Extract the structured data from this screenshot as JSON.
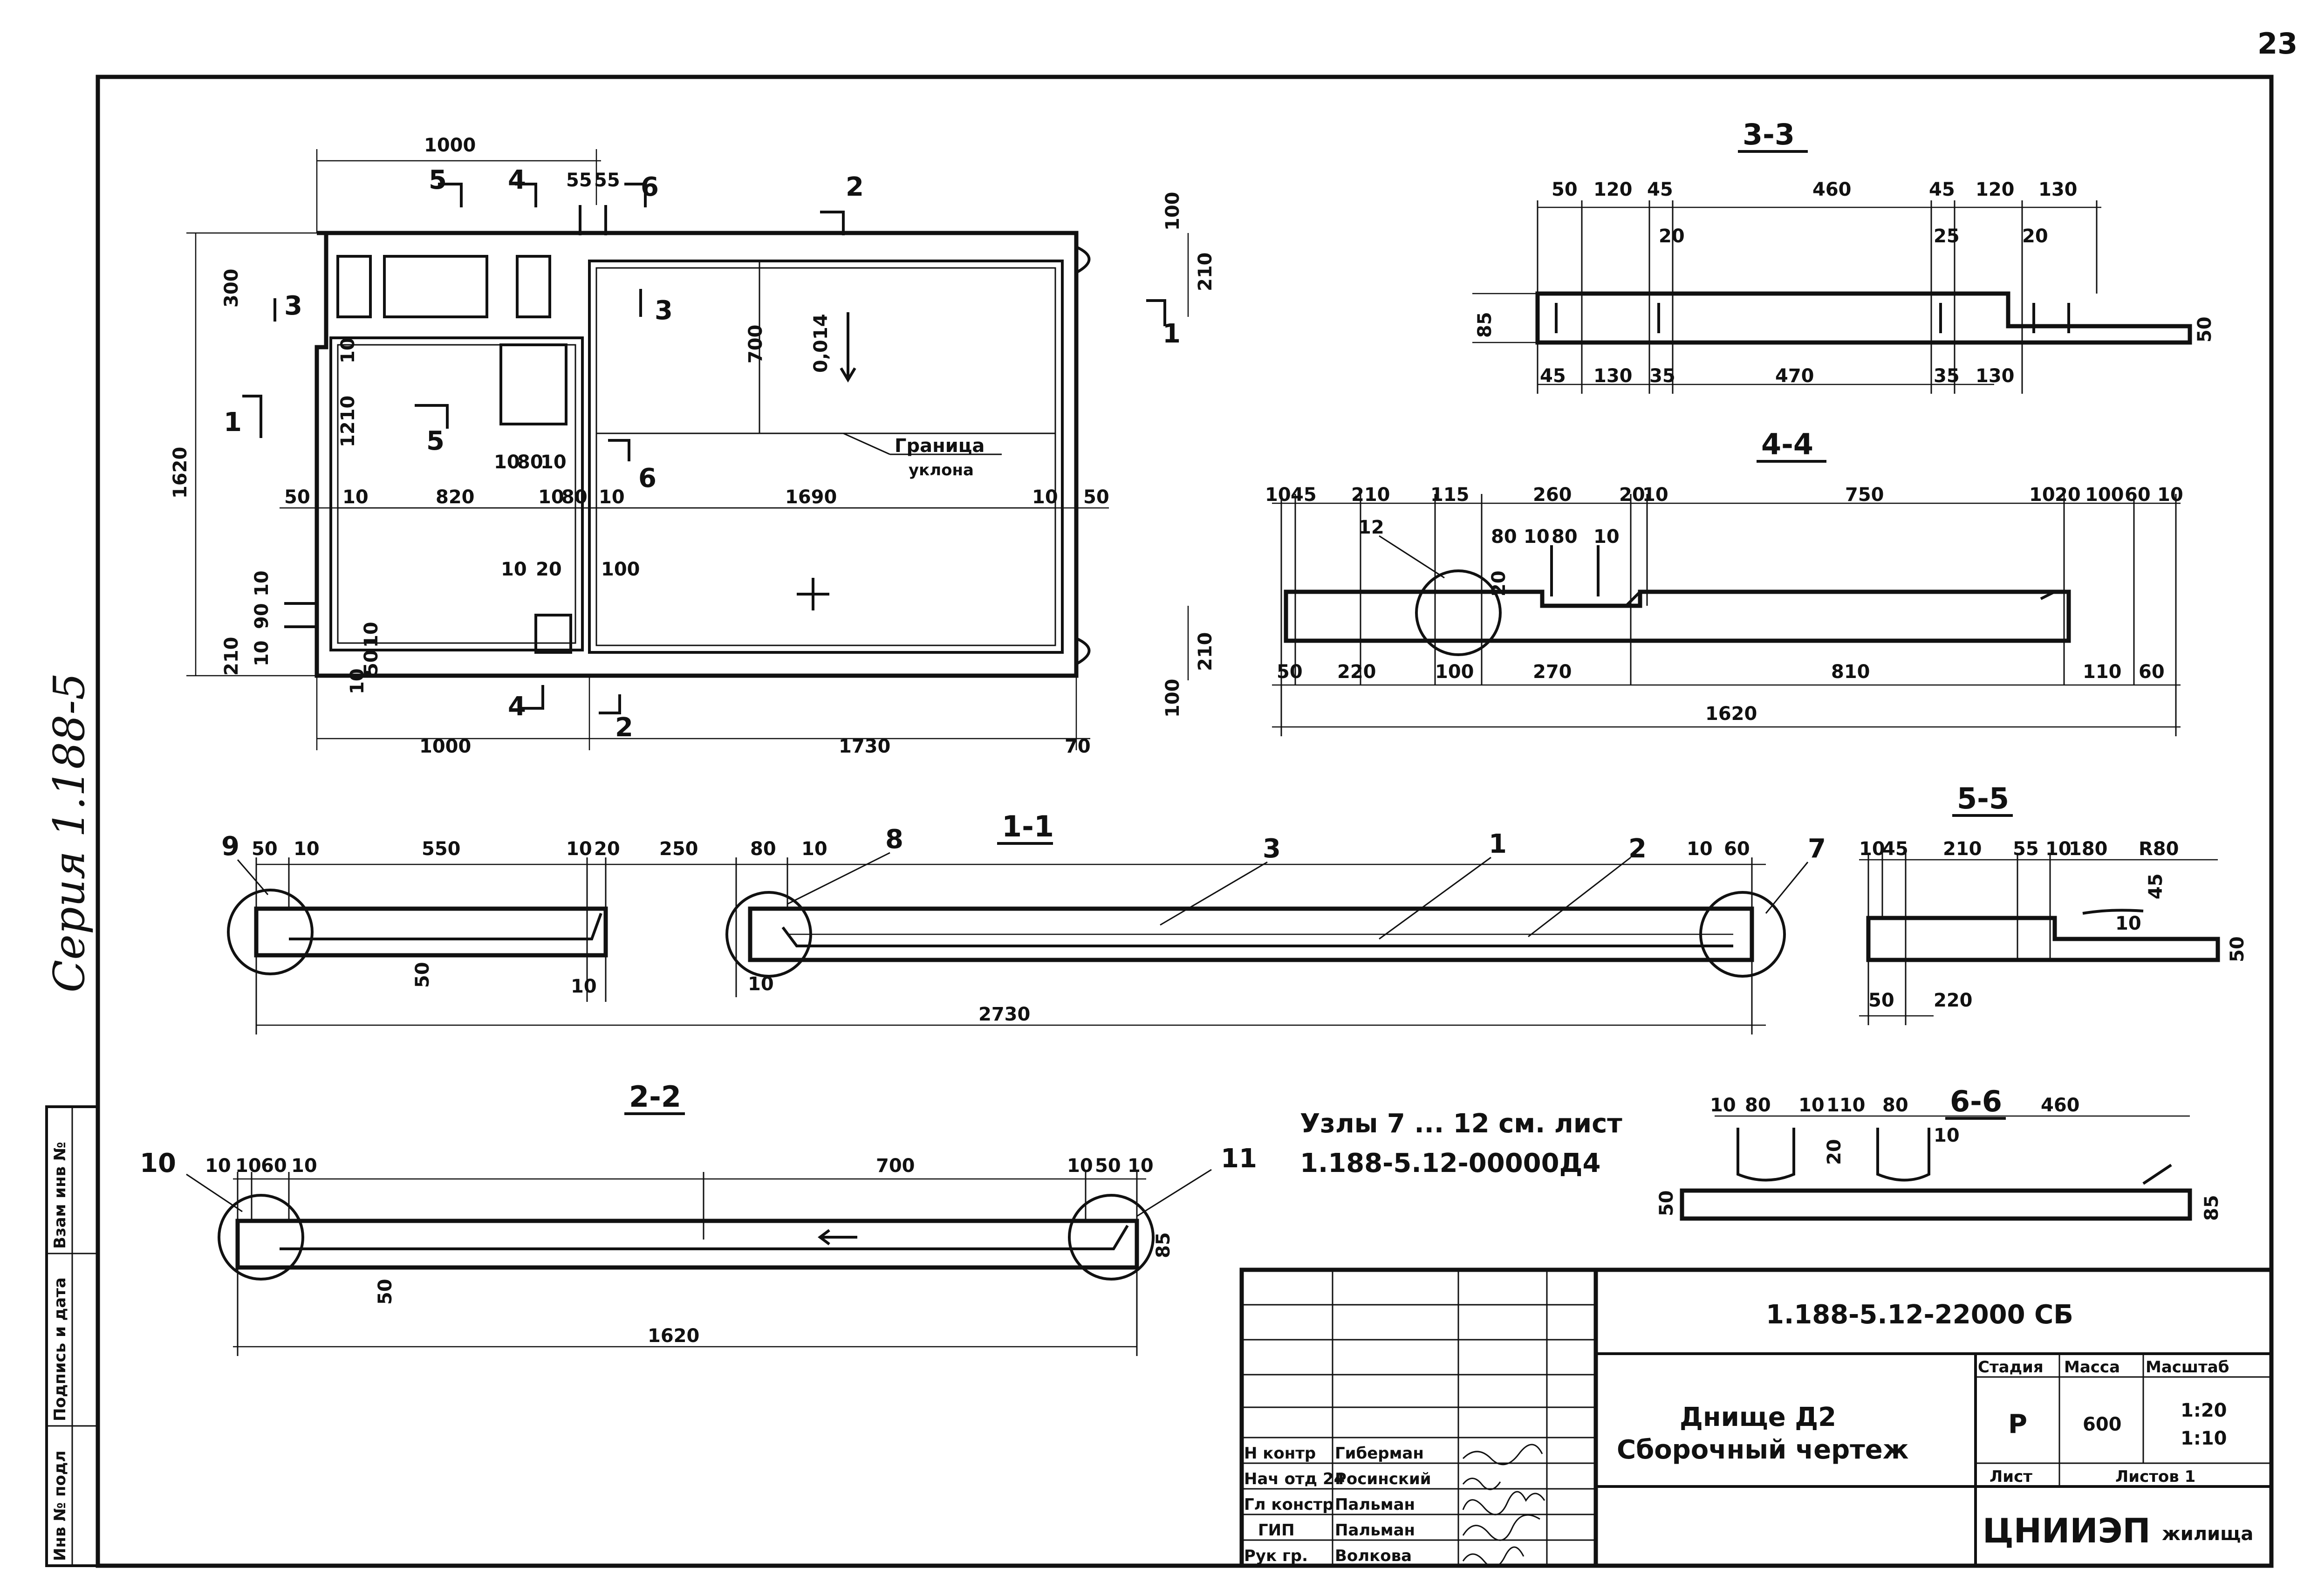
{
  "page_number": "23",
  "series_label": "Серия 1.188-5",
  "side_stamp": {
    "inv_no": "Инв № подл",
    "sign_date": "Подпись и дата",
    "replace_inv": "Взам инв №"
  },
  "plan": {
    "top_dims": [
      "1000",
      "55",
      "55"
    ],
    "section_marks": [
      "5",
      "4",
      "6",
      "2",
      "3",
      "3",
      "1",
      "1",
      "5",
      "6",
      "4",
      "2"
    ],
    "left_dims": [
      "300",
      "1620",
      "210",
      "10",
      "90",
      "10"
    ],
    "inner_dims": [
      "1210",
      "10",
      "700",
      "10",
      "80",
      "10",
      "10",
      "20",
      "100",
      "10",
      "50",
      "10"
    ],
    "row_dims": [
      "50",
      "10",
      "820",
      "10",
      "80",
      "10",
      "1690",
      "10",
      "50"
    ],
    "right_dims": [
      "100",
      "210",
      "210",
      "100"
    ],
    "bottom_dims": [
      "1000",
      "1730",
      "70"
    ],
    "slope_value": "0,014",
    "slope_boundary": [
      "Граница",
      "уклона"
    ]
  },
  "section_3_3": {
    "title": "3-3",
    "top_dims": [
      "50",
      "120",
      "45",
      "460",
      "45",
      "120",
      "130"
    ],
    "inner_dims": [
      "20",
      "25",
      "20"
    ],
    "bottom_dims": [
      "45",
      "130",
      "35",
      "470",
      "35",
      "130"
    ],
    "side_dims": [
      "85",
      "50"
    ]
  },
  "section_4_4": {
    "title": "4-4",
    "top_dims": [
      "10",
      "45",
      "210",
      "115",
      "260",
      "20",
      "10",
      "750",
      "10",
      "20",
      "100",
      "60",
      "10"
    ],
    "inner_dims": [
      "80",
      "10",
      "80",
      "10",
      "20"
    ],
    "bottom_dims": [
      "50",
      "220",
      "100",
      "270",
      "810",
      "110",
      "60"
    ],
    "total": "1620",
    "node": "12"
  },
  "section_1_1": {
    "title": "1-1",
    "top_dims": [
      "50",
      "10",
      "550",
      "10",
      "20",
      "250",
      "80",
      "10",
      "10",
      "60"
    ],
    "bottom_dims": [
      "50",
      "10",
      "10"
    ],
    "total": "2730",
    "callouts": [
      "9",
      "8",
      "3",
      "1",
      "2",
      "7"
    ]
  },
  "section_5_5": {
    "title": "5-5",
    "top_dims": [
      "10",
      "45",
      "210",
      "55",
      "10",
      "180",
      "R80"
    ],
    "inner_dims": [
      "45",
      "10"
    ],
    "bottom_dims": [
      "50",
      "220"
    ],
    "side_dim": "50"
  },
  "section_6_6": {
    "title": "6-6",
    "top_dims": [
      "10",
      "80",
      "10",
      "110",
      "80",
      "460"
    ],
    "inner_dims": [
      "20",
      "10"
    ],
    "side_dims": [
      "50",
      "85"
    ]
  },
  "section_2_2": {
    "title": "2-2",
    "top_dims": [
      "10",
      "10",
      "60",
      "10",
      "700",
      "10",
      "50",
      "10"
    ],
    "bottom_dims": [
      "50"
    ],
    "side_dim": "85",
    "total": "1620",
    "callouts": [
      "10",
      "11"
    ]
  },
  "nodes_note": {
    "line1": "Узлы 7 ... 12 см. лист",
    "line2": "1.188-5.12-00000Д4"
  },
  "title_block": {
    "doc_code": "1.188-5.12-22000 СБ",
    "name_line1": "Днище Д2",
    "name_line2": "Сборочный чертеж",
    "stage_header": "Стадия",
    "mass_header": "Масса",
    "scale_header": "Масштаб",
    "stage": "Р",
    "mass": "600",
    "scale1": "1:20",
    "scale2": "1:10",
    "sheet_label": "Лист",
    "sheets_label": "Листов 1",
    "org": "ЦНИИЭП",
    "org_suffix": "жилища",
    "signers": [
      {
        "role": "Н контр",
        "name": "Гиберман"
      },
      {
        "role": "Нач отд 24",
        "name": "Росинский"
      },
      {
        "role": "Гл констр",
        "name": "Пальман"
      },
      {
        "role": "ГИП",
        "name": "Пальман"
      },
      {
        "role": "Рук гр.",
        "name": "Волкова"
      }
    ]
  }
}
